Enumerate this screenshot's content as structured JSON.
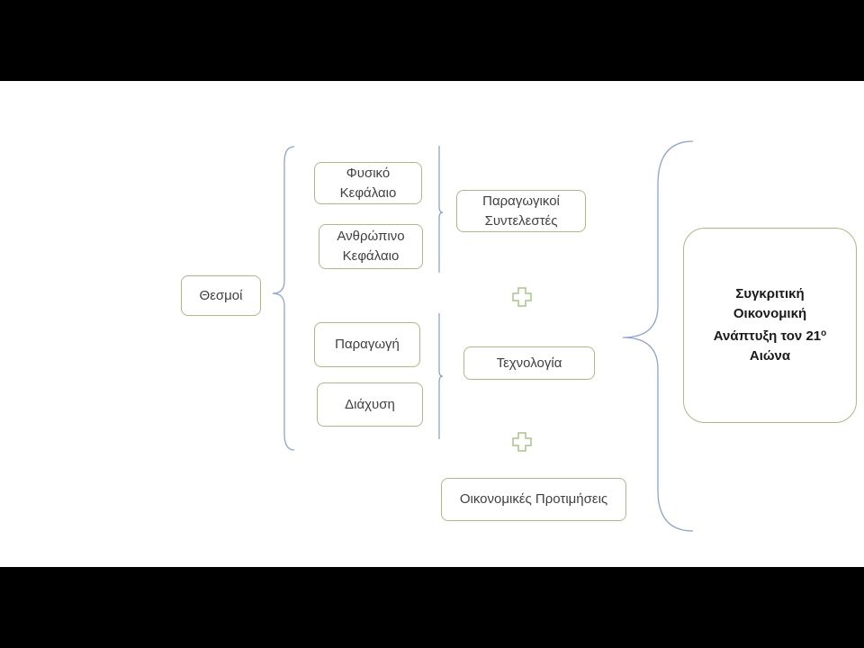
{
  "nodes": {
    "institutions": "Θεσμοί",
    "physical_capital": [
      "Φυσικό",
      "Κεφάλαιο"
    ],
    "human_capital": [
      "Ανθρώπινο",
      "Κεφάλαιο"
    ],
    "production": "Παραγωγή",
    "diffusion": "Διάχυση",
    "factors_of_production": [
      "Παραγωγικοί",
      "Συντελεστές"
    ],
    "technology": "Τεχνολογία",
    "economic_preferences": "Οικονομικές Προτιμήσεις",
    "result": {
      "line1": "Συγκριτική",
      "line2": "Οικονομική",
      "line3": "Ανάπτυξη τον 21",
      "superscript": "ο",
      "line4": "Αιώνα"
    }
  },
  "colors": {
    "background": "#000000",
    "slide": "#ffffff",
    "box_border": "#a9b98a",
    "brace": "#8fa3d0",
    "plus": "#a9c48a"
  }
}
